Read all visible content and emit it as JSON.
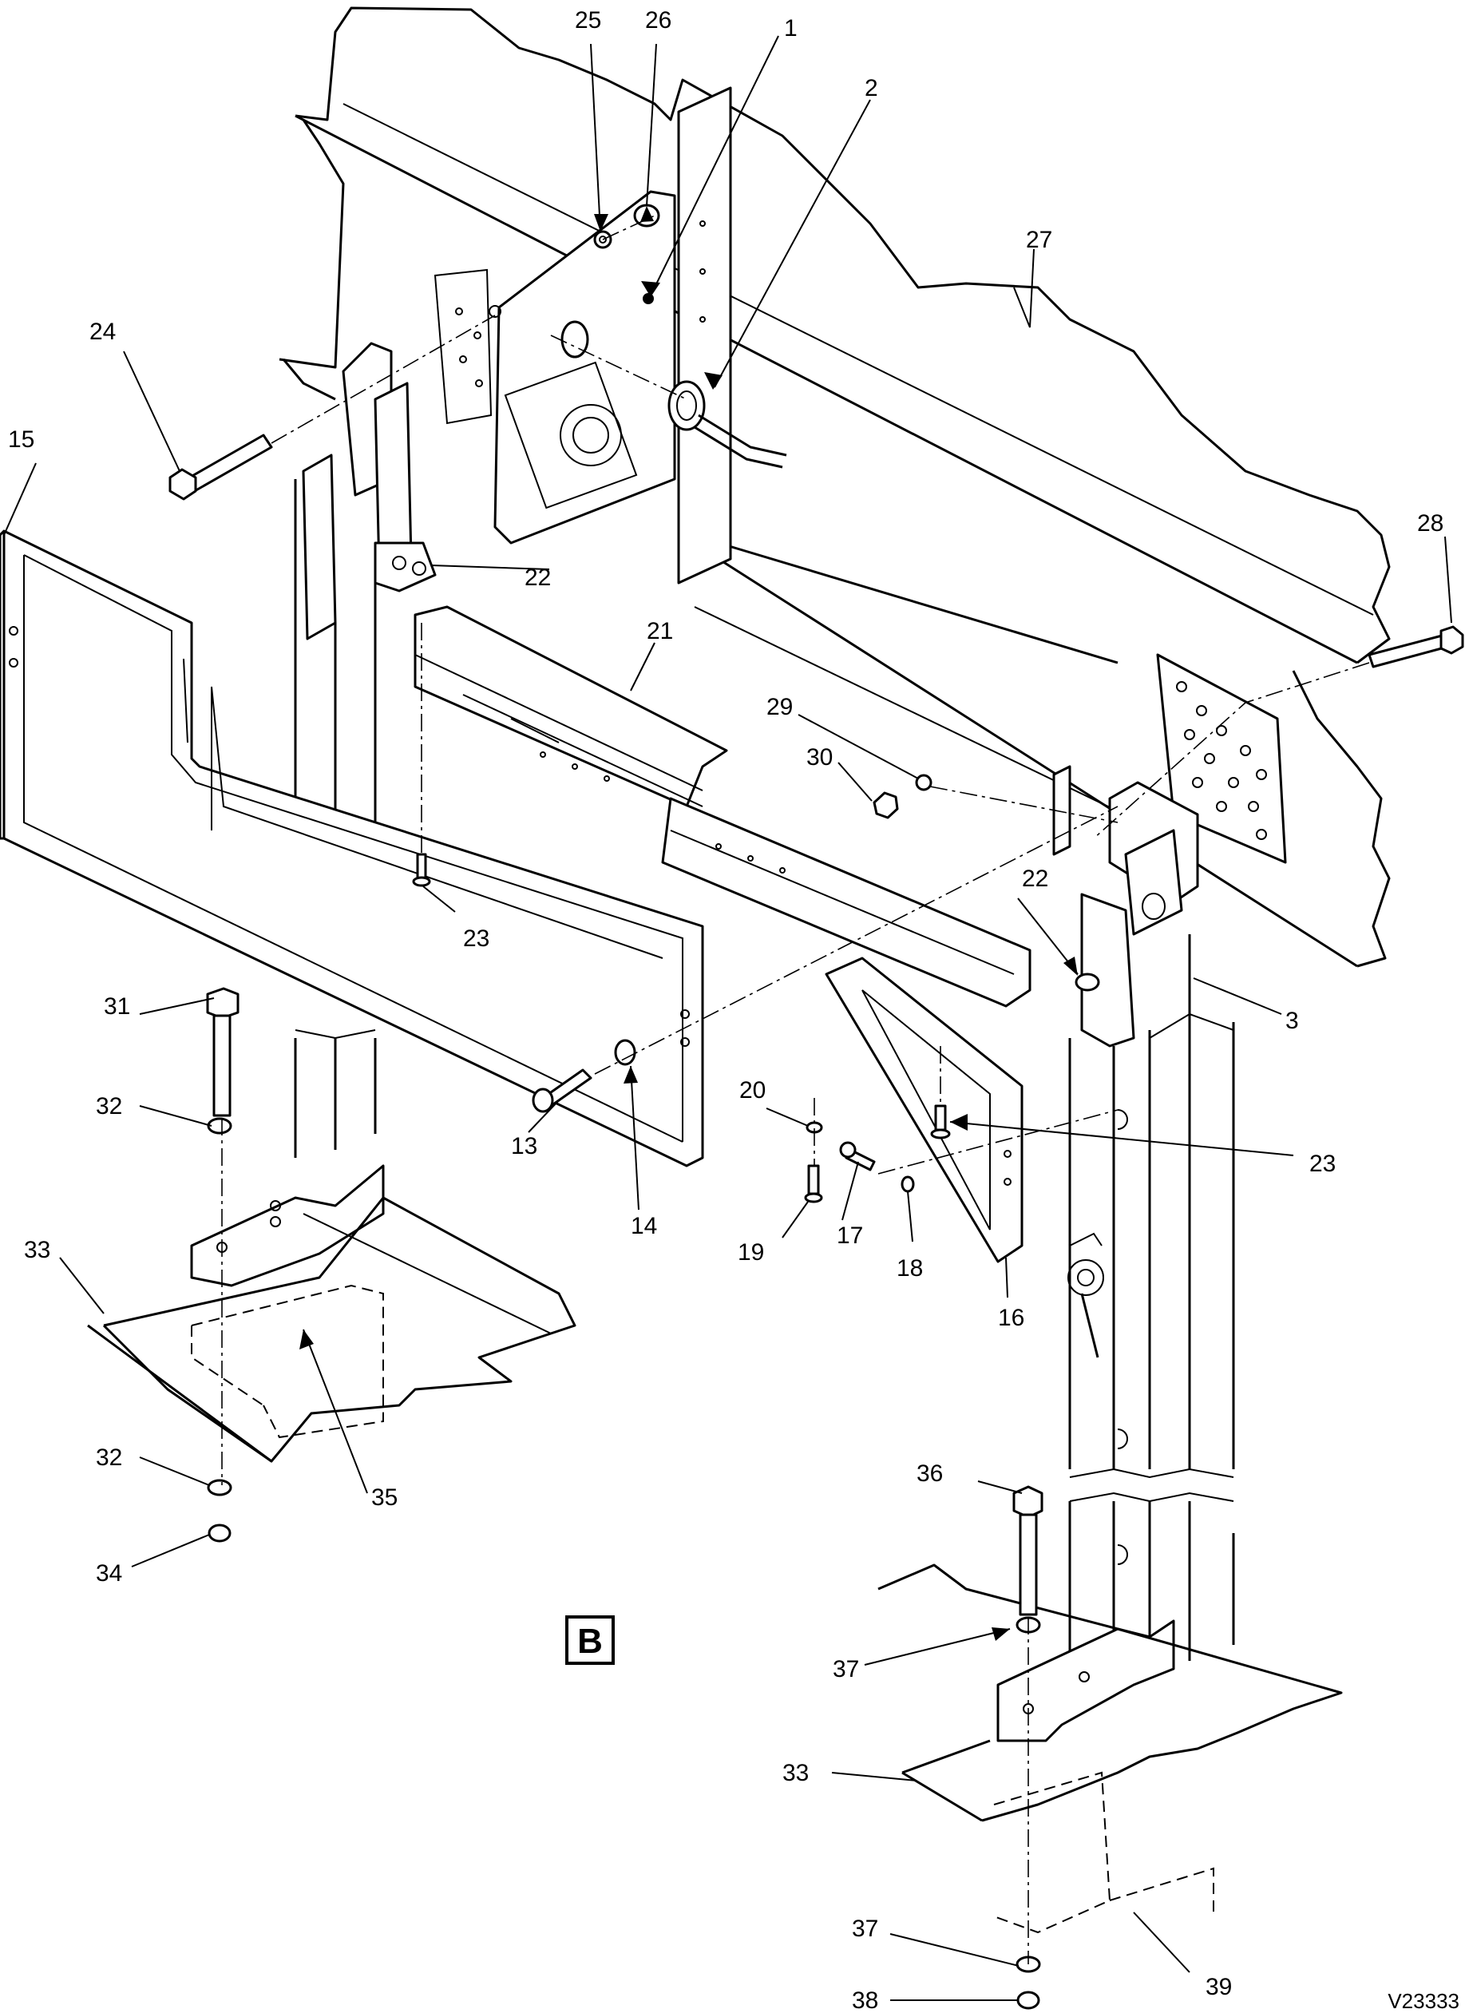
{
  "figure": {
    "view_label": "B",
    "figure_id": "V23333"
  },
  "callouts": [
    {
      "id": "c1",
      "text": "1"
    },
    {
      "id": "c2",
      "text": "2"
    },
    {
      "id": "c3",
      "text": "3"
    },
    {
      "id": "c13",
      "text": "13"
    },
    {
      "id": "c14",
      "text": "14"
    },
    {
      "id": "c15",
      "text": "15"
    },
    {
      "id": "c16",
      "text": "16"
    },
    {
      "id": "c17",
      "text": "17"
    },
    {
      "id": "c18",
      "text": "18"
    },
    {
      "id": "c19",
      "text": "19"
    },
    {
      "id": "c20",
      "text": "20"
    },
    {
      "id": "c21",
      "text": "21"
    },
    {
      "id": "c22a",
      "text": "22"
    },
    {
      "id": "c22b",
      "text": "22"
    },
    {
      "id": "c23a",
      "text": "23"
    },
    {
      "id": "c23b",
      "text": "23"
    },
    {
      "id": "c24",
      "text": "24"
    },
    {
      "id": "c25",
      "text": "25"
    },
    {
      "id": "c26",
      "text": "26"
    },
    {
      "id": "c27",
      "text": "27"
    },
    {
      "id": "c28",
      "text": "28"
    },
    {
      "id": "c29",
      "text": "29"
    },
    {
      "id": "c30",
      "text": "30"
    },
    {
      "id": "c31",
      "text": "31"
    },
    {
      "id": "c32a",
      "text": "32"
    },
    {
      "id": "c32b",
      "text": "32"
    },
    {
      "id": "c33a",
      "text": "33"
    },
    {
      "id": "c33b",
      "text": "33"
    },
    {
      "id": "c34",
      "text": "34"
    },
    {
      "id": "c35",
      "text": "35"
    },
    {
      "id": "c36",
      "text": "36"
    },
    {
      "id": "c37a",
      "text": "37"
    },
    {
      "id": "c37b",
      "text": "37"
    },
    {
      "id": "c38",
      "text": "38"
    },
    {
      "id": "c39",
      "text": "39"
    }
  ]
}
